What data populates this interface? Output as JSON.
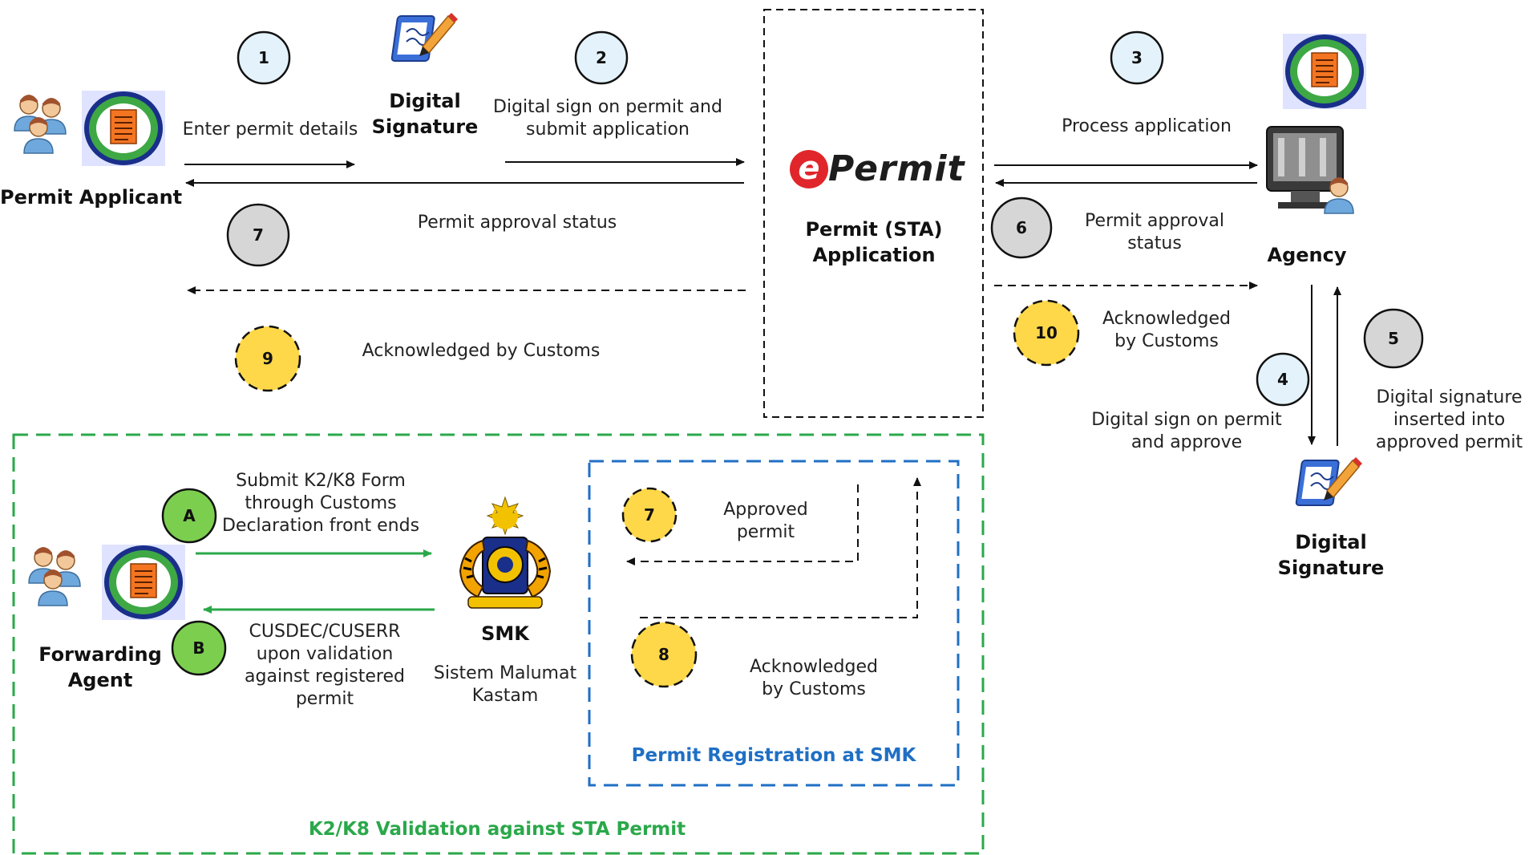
{
  "actors": {
    "permit_applicant": "Permit Applicant",
    "digital_signature_top": [
      "Digital",
      "Signature"
    ],
    "sta_app": [
      "Permit (STA)",
      "Application"
    ],
    "agency": "Agency",
    "digital_signature_right": [
      "Digital",
      "Signature"
    ],
    "forwarding_agent": [
      "Forwarding",
      "Agent"
    ],
    "smk": "SMK",
    "smk_full": [
      "Sistem Malumat",
      "Kastam"
    ]
  },
  "logo": {
    "e": "e",
    "word": "Permit"
  },
  "steps": {
    "s1": "1",
    "s2": "2",
    "s3": "3",
    "s4": "4",
    "s5": "5",
    "s6": "6",
    "s7a": "7",
    "s7b": "7",
    "s8": "8",
    "s9": "9",
    "s10": "10",
    "sA": "A",
    "sB": "B"
  },
  "labels": {
    "enter_permit": "Enter permit details",
    "digital_sign_submit": [
      "Digital sign on permit and",
      "submit application"
    ],
    "process_application": "Process application",
    "approval_status_left": "Permit approval status",
    "approval_status_right": [
      "Permit approval",
      "status"
    ],
    "ack_customs_left": "Acknowledged by Customs",
    "ack_customs_right": [
      "Acknowledged",
      "by Customs"
    ],
    "digital_sign_approve": [
      "Digital sign on permit",
      "and approve"
    ],
    "signature_inserted": [
      "Digital signature",
      "inserted into",
      "approved permit"
    ],
    "submit_k2k8": [
      "Submit K2/K8 Form",
      "through Customs",
      "Declaration front ends"
    ],
    "cusdec": [
      "CUSDEC/CUSERR",
      "upon validation",
      "against registered",
      "permit"
    ],
    "approved_permit": [
      "Approved",
      "permit"
    ],
    "ack_customs_inner": [
      "Acknowledged",
      "by Customs"
    ],
    "permit_registration": "Permit Registration at SMK",
    "k2k8_validation": "K2/K8 Validation against STA Permit"
  },
  "colors": {
    "circle_blue": "#e4f3fb",
    "circle_grey": "#d6d6d6",
    "circle_yellow": "#ffd84a",
    "circle_green": "#7ccf4e",
    "green_frame": "#2aa84a",
    "blue_frame": "#1f6fc4",
    "doc_orange": "#f37521"
  },
  "icons": [
    "people-icon",
    "document-icon",
    "signature-pen-icon",
    "computer-user-icon",
    "customs-crest-icon"
  ]
}
